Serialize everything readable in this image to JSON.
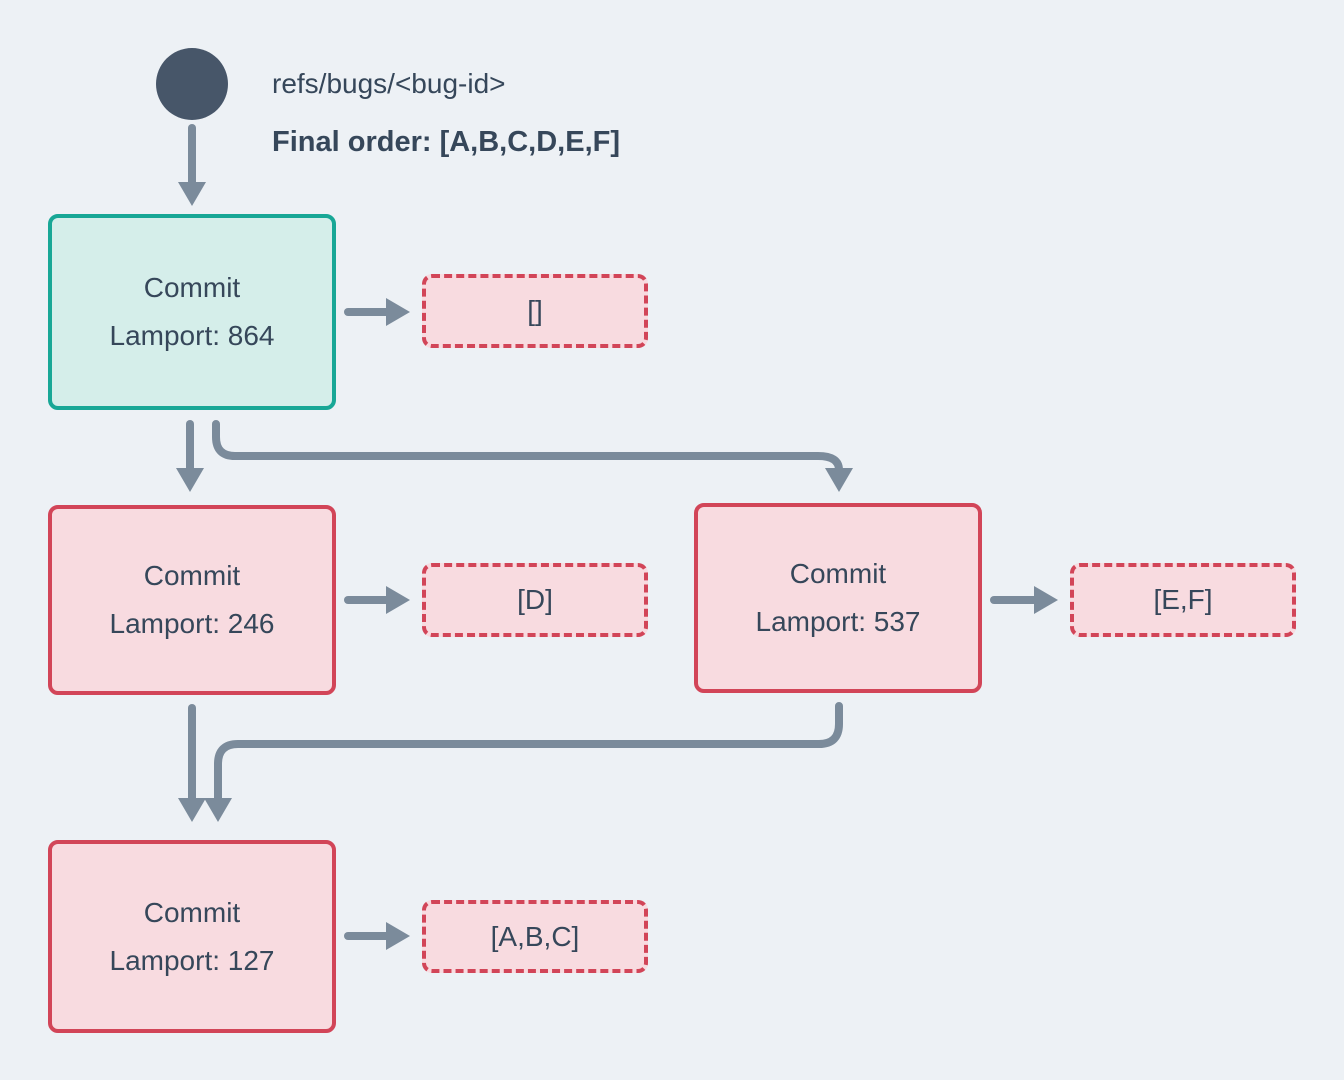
{
  "diagram": {
    "type": "commit-dag",
    "background": "#edf1f5",
    "colors": {
      "text": "#36475a",
      "arrow": "#7b8b9b",
      "ref_circle": "#475669",
      "head_border": "#18a796",
      "head_fill": "#d5eeea",
      "commit_border": "#d24558",
      "commit_fill": "#f8dbe0"
    },
    "header": {
      "ref_label": "refs/bugs/<bug-id>",
      "final_order": "Final order: [A,B,C,D,E,F]"
    },
    "nodes": [
      {
        "id": "commit-864",
        "title": "Commit",
        "lamport_label": "Lamport: 864",
        "lamport": 864,
        "payload": "[]",
        "head": true
      },
      {
        "id": "commit-246",
        "title": "Commit",
        "lamport_label": "Lamport: 246",
        "lamport": 246,
        "payload": "[D]",
        "head": false
      },
      {
        "id": "commit-537",
        "title": "Commit",
        "lamport_label": "Lamport: 537",
        "lamport": 537,
        "payload": "[E,F]",
        "head": false
      },
      {
        "id": "commit-127",
        "title": "Commit",
        "lamport_label": "Lamport: 127",
        "lamport": 127,
        "payload": "[A,B,C]",
        "head": false
      }
    ],
    "edges": [
      {
        "from": "ref",
        "to": "commit-864"
      },
      {
        "from": "commit-864",
        "to": "commit-246"
      },
      {
        "from": "commit-864",
        "to": "commit-537"
      },
      {
        "from": "commit-246",
        "to": "commit-127"
      },
      {
        "from": "commit-537",
        "to": "commit-127"
      },
      {
        "from": "commit-864",
        "to": "payload-[]"
      },
      {
        "from": "commit-246",
        "to": "payload-[D]"
      },
      {
        "from": "commit-537",
        "to": "payload-[E,F]"
      },
      {
        "from": "commit-127",
        "to": "payload-[A,B,C]"
      }
    ]
  }
}
